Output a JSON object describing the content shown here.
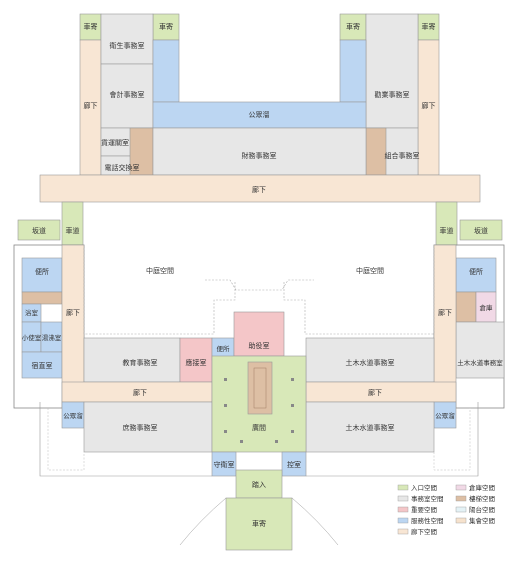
{
  "colors": {
    "entrance": "#d8e8b8",
    "office": "#e7e7e7",
    "important": "#f4c6c8",
    "service": "#bcd6f2",
    "corridor": "#f8e6d4",
    "storage": "#f1d9e6",
    "stair": "#ddbfa4",
    "balcony": "#e4f2f6",
    "assembly": "#f6e2cd",
    "wall": "#888888"
  },
  "rooms": {
    "kurumayose_tl": "車寄",
    "kurumayose_tl2": "車寄",
    "kurumayose_tr": "車寄",
    "kurumayose_tr2": "車寄",
    "eisei": "衛生事務室",
    "kaikei": "會計事務室",
    "kangyo": "勸業事務室",
    "kosyu_top": "公眾溜",
    "roka_left": "廊下",
    "roka_right": "廊下",
    "yohin": "貨運關室",
    "denwa": "電話交換室",
    "zaimu": "財務事務室",
    "kumiai": "組合事務室",
    "roka_cross": "廊下",
    "sakamichi_l": "坂道",
    "sakamichi_r": "坂道",
    "roka_small_l": "車道",
    "roka_small_r": "車道",
    "chutei_l": "中庭空間",
    "chutei_r": "中庭空間",
    "benjo_l": "便所",
    "benjo_r": "便所",
    "yokushitsu": "浴室",
    "shoyushitsu": "小使室",
    "yutoshitsu": "湯沸室",
    "shukuchoku": "宿直室",
    "roka_wl": "廊下",
    "roka_wr": "廊下",
    "soko_r": "倉庫",
    "kyoiku": "教育事務室",
    "osetsu": "應接室",
    "benjo_c": "便所",
    "joyaku": "助役室",
    "doboku_n": "土木水道事務室",
    "doboku_ne": "土木水道事務室",
    "roka_front_l": "廊下",
    "roka_front_r": "廊下",
    "kosyu_l": "公眾溜",
    "kosyu_r": "公眾溜",
    "shomu": "庶務事務室",
    "hiroma": "廣間",
    "doboku_s": "土木水道事務室",
    "shuei": "守衛室",
    "fuzoku": "控室",
    "entrance": "踏入",
    "kurumayose_main": "車寄"
  },
  "legend": [
    {
      "label": "入口空間",
      "color": "#d8e8b8"
    },
    {
      "label": "倉庫空間",
      "color": "#f1d9e6"
    },
    {
      "label": "事務室空間",
      "color": "#e7e7e7"
    },
    {
      "label": "樓梯空間",
      "color": "#ddbfa4"
    },
    {
      "label": "重要空間",
      "color": "#f4c6c8"
    },
    {
      "label": "陽台空間",
      "color": "#e4f2f6"
    },
    {
      "label": "服務性空間",
      "color": "#bcd6f2"
    },
    {
      "label": "集會空間",
      "color": "#f6e2cd"
    },
    {
      "label": "廊下空間",
      "color": "#f8e6d4"
    }
  ]
}
